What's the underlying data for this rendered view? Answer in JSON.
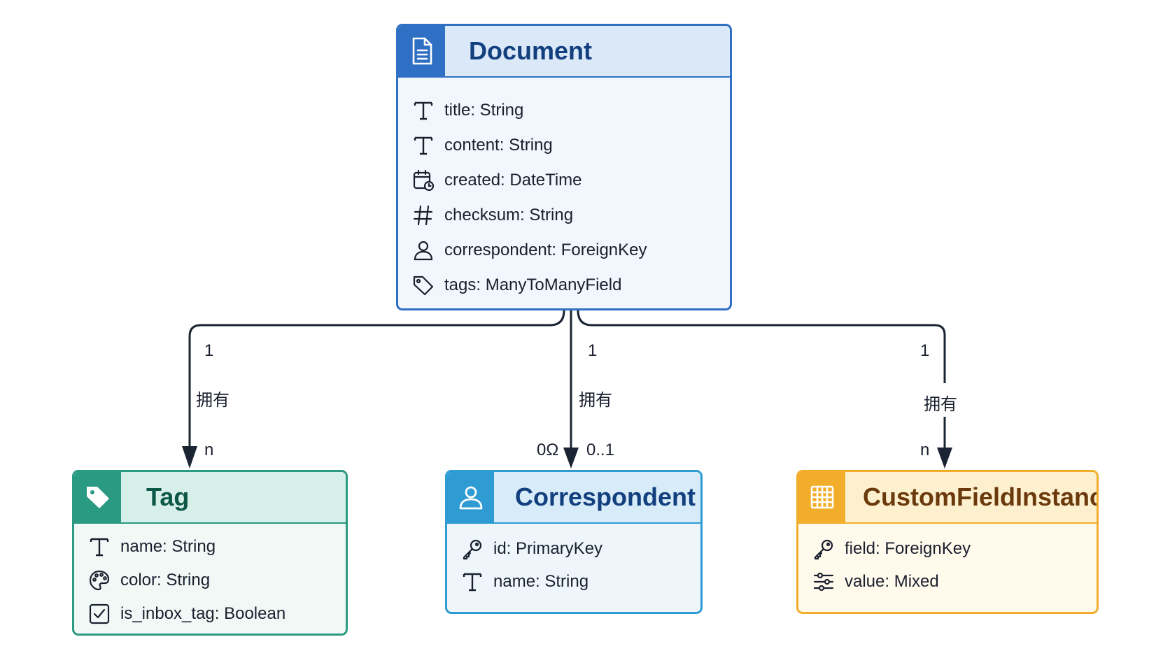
{
  "entities": {
    "document": {
      "title": "Document",
      "fields": [
        {
          "label": "title: String",
          "icon": "text-type-icon"
        },
        {
          "label": "content: String",
          "icon": "text-type-icon"
        },
        {
          "label": "created: DateTime",
          "icon": "calendar-clock-icon"
        },
        {
          "label": "checksum: String",
          "icon": "hash-icon"
        },
        {
          "label": "correspondent: ForeignKey",
          "icon": "user-icon"
        },
        {
          "label": "tags: ManyToManyField",
          "icon": "tag-icon"
        }
      ]
    },
    "tag": {
      "title": "Tag",
      "fields": [
        {
          "label": "name: String",
          "icon": "text-type-icon"
        },
        {
          "label": "color: String",
          "icon": "palette-icon"
        },
        {
          "label": "is_inbox_tag: Boolean",
          "icon": "checkbox-icon"
        }
      ]
    },
    "correspondent": {
      "title": "Correspondent",
      "fields": [
        {
          "label": "id: PrimaryKey",
          "icon": "key-icon"
        },
        {
          "label": "name: String",
          "icon": "text-type-icon"
        }
      ]
    },
    "custom_field_instance": {
      "title": "CustomFieldInstance",
      "fields": [
        {
          "label": "field: ForeignKey",
          "icon": "key-icon"
        },
        {
          "label": "value: Mixed",
          "icon": "sliders-icon"
        }
      ]
    }
  },
  "relations": {
    "doc_tag": {
      "source_card": "1",
      "label": "拥有",
      "target_card": "n"
    },
    "doc_correspondent": {
      "source_card": "1",
      "label": "拥有",
      "target_card_left": "0Ω",
      "target_card": "0..1"
    },
    "doc_custom_field": {
      "source_card": "1",
      "label": "拥有",
      "target_card": "n"
    }
  },
  "colors": {
    "document": "#2f6fc4",
    "tag": "#2a9a82",
    "correspondent": "#2e9bd3",
    "custom_field_instance": "#f2ad2a",
    "connector": "#1b2433"
  }
}
